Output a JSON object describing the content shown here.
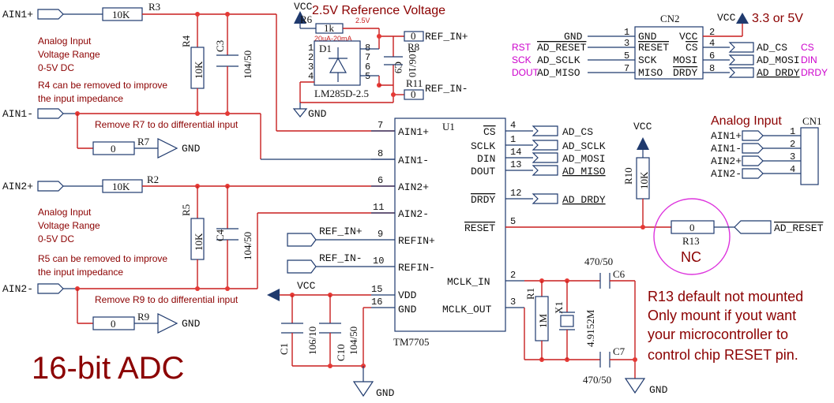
{
  "signals": {
    "ain1p": "AIN1+",
    "ain1m": "AIN1-",
    "ain2p": "AIN2+",
    "ain2m": "AIN2-",
    "gnd": "GND",
    "vcc": "VCC",
    "ref_in_p": "REF_IN+",
    "ref_in_m": "REF_IN-"
  },
  "notes": {
    "range1": [
      "Analog Input",
      "Voltage Range",
      "0-5V DC"
    ],
    "remove1": [
      "R4 can be removed to improve",
      "the input impedance"
    ],
    "diff1": "Remove R7 to do differential input",
    "range2": [
      "Analog Input",
      "Voltage Range",
      "0-5V DC"
    ],
    "remove2": [
      "R5 can be removed to improve",
      "the input impedance"
    ],
    "diff2": "Remove R9 to do differential input",
    "title": "16-bit ADC",
    "r13": [
      "R13 default not mounted",
      "Only mount if yout want",
      "your microcontroller to",
      "control chip RESET pin."
    ],
    "ref_title": "2.5V Reference Voltage",
    "vcc_opt": "3.3 or 5V",
    "analog_input": "Analog Input",
    "nc": "NC"
  },
  "parts": {
    "r3": {
      "ref": "R3",
      "value": "10K"
    },
    "r2": {
      "ref": "R2",
      "value": "10K"
    },
    "r4": {
      "ref": "R4",
      "value": "10K"
    },
    "r5": {
      "ref": "R5",
      "value": "10K"
    },
    "c3": {
      "ref": "C3",
      "value": "104/50"
    },
    "c4": {
      "ref": "C4",
      "value": "104/50"
    },
    "r7": {
      "ref": "R7",
      "value": "0"
    },
    "r9": {
      "ref": "R9",
      "value": "0"
    },
    "r6": {
      "ref": "R6",
      "value": "1k",
      "note": "2.5V",
      "note2": "20uA-20mA"
    },
    "d1": {
      "ref": "D1",
      "value": "LM285D-2.5"
    },
    "c9": {
      "ref": "C9",
      "value": "106/10"
    },
    "r8": {
      "ref": "R8",
      "value": "0"
    },
    "r11": {
      "ref": "R11",
      "value": "0"
    },
    "r10": {
      "ref": "R10",
      "value": "10K"
    },
    "r13": {
      "ref": "R13",
      "value": "0"
    },
    "r1": {
      "ref": "R1",
      "value": "1M"
    },
    "x1": {
      "ref": "X1",
      "value": "4.9152M"
    },
    "c6": {
      "ref": "C6",
      "value": "470/50"
    },
    "c7": {
      "ref": "C7",
      "value": "470/50"
    },
    "c1": {
      "ref": "C1",
      "value": "106/10"
    },
    "c10": {
      "ref": "C10",
      "value": "104/50"
    }
  },
  "u1": {
    "ref": "U1",
    "name": "TM7705",
    "left_pins": [
      {
        "num": "7",
        "name": "AIN1+"
      },
      {
        "num": "8",
        "name": "AIN1-"
      },
      {
        "num": "6",
        "name": "AIN2+"
      },
      {
        "num": "11",
        "name": "AIN2-"
      },
      {
        "num": "9",
        "name": "REFIN+"
      },
      {
        "num": "10",
        "name": "REFIN-"
      },
      {
        "num": "15",
        "name": "VDD"
      },
      {
        "num": "16",
        "name": "GND"
      }
    ],
    "right_pins": [
      {
        "num": "4",
        "name": "CS",
        "net": "AD_CS"
      },
      {
        "num": "1",
        "name": "SCLK",
        "net": "AD_SCLK"
      },
      {
        "num": "14",
        "name": "DIN",
        "net": "AD_MOSI"
      },
      {
        "num": "13",
        "name": "DOUT",
        "net": "AD_MISO"
      },
      {
        "num": "12",
        "name": "DRDY",
        "net": "AD_DRDY"
      },
      {
        "num": "5",
        "name": "RESET",
        "net": "AD_RESET"
      },
      {
        "num": "2",
        "name": "MCLK_IN"
      },
      {
        "num": "3",
        "name": "MCLK_OUT"
      }
    ]
  },
  "cn2": {
    "ref": "CN2",
    "left": [
      {
        "num": "1",
        "name": "GND",
        "net": "GND",
        "label": ""
      },
      {
        "num": "3",
        "name": "RESET",
        "net": "AD_RESET",
        "label": "RST"
      },
      {
        "num": "5",
        "name": "SCK",
        "net": "AD_SCLK",
        "label": "SCK"
      },
      {
        "num": "7",
        "name": "MISO",
        "net": "AD_MISO",
        "label": "DOUT"
      }
    ],
    "right": [
      {
        "num": "2",
        "name": "VCC",
        "net": "",
        "label": ""
      },
      {
        "num": "4",
        "name": "CS",
        "net": "AD_CS",
        "label": "CS"
      },
      {
        "num": "6",
        "name": "MOSI",
        "net": "AD_MOSI",
        "label": "DIN"
      },
      {
        "num": "8",
        "name": "DRDY",
        "net": "AD_DRDY",
        "label": "DRDY"
      }
    ]
  },
  "cn1": {
    "ref": "CN1",
    "pins": [
      {
        "num": "1",
        "net": "AIN1+"
      },
      {
        "num": "2",
        "net": "AIN1-"
      },
      {
        "num": "3",
        "net": "AIN2+"
      },
      {
        "num": "4",
        "net": "AIN2-"
      }
    ]
  },
  "d1_pins": [
    "1",
    "2",
    "3",
    "4",
    "8",
    "7",
    "6",
    "5"
  ],
  "colors": {
    "wire": "#1f3a6e",
    "red": "#c81e1e",
    "note": "#8b0000",
    "magenta": "#cc00cc"
  }
}
